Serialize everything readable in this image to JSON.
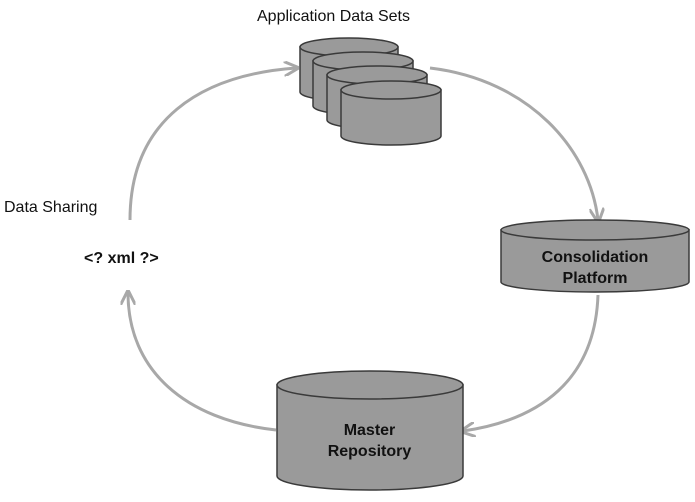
{
  "labels": {
    "application_data_sets": "Application Data Sets",
    "data_sharing": "Data Sharing",
    "xml_tag": "<? xml ?>"
  },
  "nodes": {
    "consolidation": {
      "line1": "Consolidation",
      "line2": "Platform"
    },
    "master": {
      "line1": "Master",
      "line2": "Repository"
    }
  },
  "colors": {
    "cylinder_fill": "#9a9a9a",
    "cylinder_stroke": "#3a3a3a",
    "arrow": "#a8a8a8",
    "text": "#111111"
  }
}
